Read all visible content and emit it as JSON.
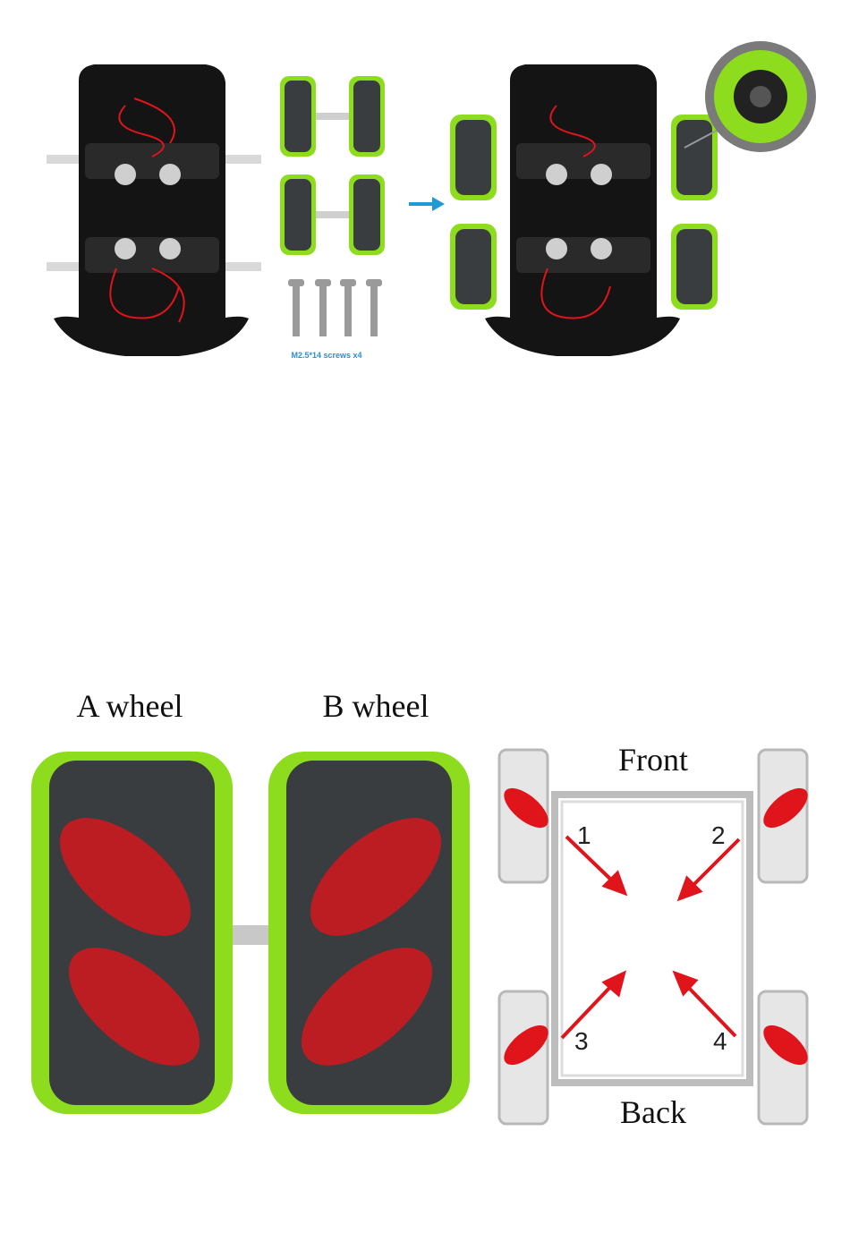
{
  "top": {
    "screws_caption": "M2.5*14 screws x4"
  },
  "wheels": {
    "a_label": "A wheel",
    "b_label": "B wheel"
  },
  "layout_diagram": {
    "front_label": "Front",
    "back_label": "Back",
    "numbers": [
      "1",
      "2",
      "3",
      "4"
    ]
  },
  "colors": {
    "wheel_green": "#8ddc1e",
    "roller_dark": "#3a3d3f",
    "highlight_red": "#e0141b",
    "chassis_black": "#111111",
    "arrow_blue": "#1e9ad6"
  }
}
